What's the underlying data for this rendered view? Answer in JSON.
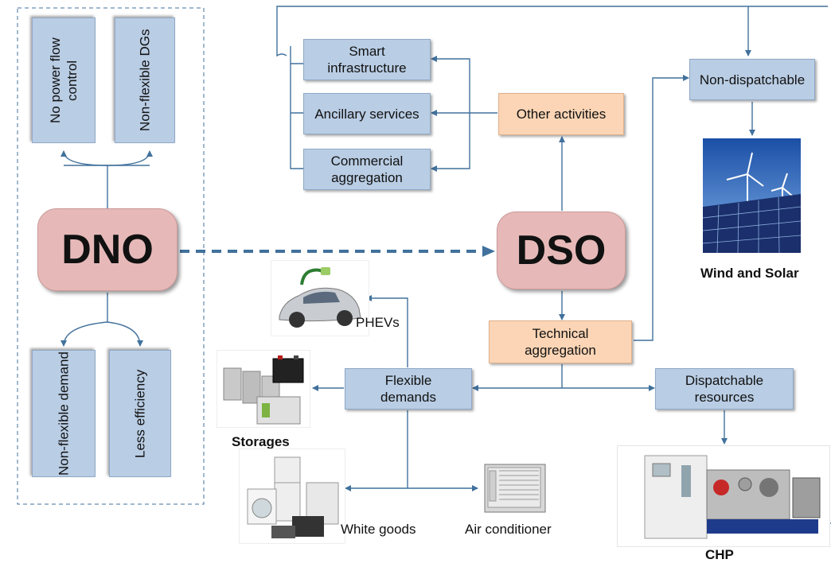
{
  "dno": {
    "title": "DNO",
    "top_boxes": [
      "No power flow control",
      "Non-flexible DGs"
    ],
    "bottom_boxes": [
      "Non-flexible demand",
      "Less efficiency"
    ]
  },
  "dso": {
    "title": "DSO",
    "services": [
      "Smart infrastructure",
      "Ancillary services",
      "Commercial aggregation"
    ],
    "other_activities": "Other activities",
    "technical_aggregation": "Technical aggregation",
    "non_dispatchable": "Non-dispatchable",
    "flexible_demands": "Flexible demands",
    "dispatchable_resources": "Dispatchable resources"
  },
  "image_labels": {
    "wind_solar": "Wind and Solar",
    "phevs": "PHEVs",
    "storages": "Storages",
    "white_goods": "White goods",
    "air_conditioner": "Air conditioner",
    "chp": "CHP"
  },
  "colors": {
    "arrow": "#41719c",
    "blue_box": "#b9cde4",
    "orange_box": "#fbd5b5",
    "big_box": "#e6b9b8"
  }
}
